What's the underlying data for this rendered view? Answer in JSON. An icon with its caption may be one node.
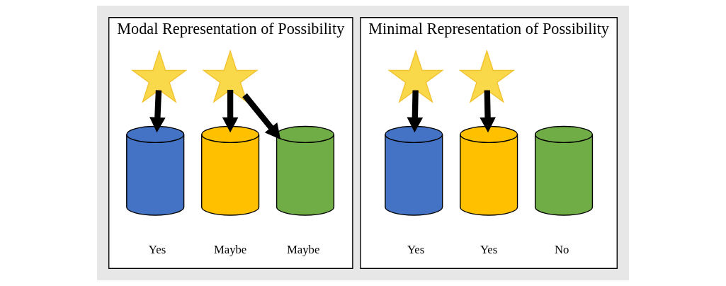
{
  "diagram": {
    "nodes": [
      {
        "text": [
          "Modal Representation of Possibility"
        ]
      },
      {
        "text": [],
        "shape": "star",
        "in": 0
      },
      {
        "text": [],
        "shape": "cylinder",
        "in": 0,
        "beside": [
          "Yes"
        ]
      },
      {
        "text": [],
        "shape": "star",
        "in": 0
      },
      {
        "text": [],
        "shape": "cylinder",
        "in": 0,
        "beside": [
          "Maybe"
        ]
      },
      {
        "text": [],
        "shape": "cylinder",
        "in": 0,
        "beside": [
          "Maybe"
        ]
      },
      {
        "text": [
          "Minimal Representation of Possibility"
        ]
      },
      {
        "text": [],
        "shape": "star",
        "in": 6
      },
      {
        "text": [],
        "shape": "cylinder",
        "in": 6,
        "beside": [
          "Yes"
        ]
      },
      {
        "text": [],
        "shape": "star",
        "in": 6
      },
      {
        "text": [],
        "shape": "cylinder",
        "in": 6,
        "beside": [
          "Yes"
        ]
      },
      {
        "text": [],
        "shape": "cylinder",
        "in": 6,
        "beside": [
          "No"
        ]
      }
    ],
    "edges": [
      {
        "from": 1,
        "to": 2,
        "arrow": "to"
      },
      {
        "from": 3,
        "to": 4,
        "arrow": "to"
      },
      {
        "from": 3,
        "to": 5,
        "arrow": "to"
      },
      {
        "from": 7,
        "to": 8,
        "arrow": "to"
      },
      {
        "from": 9,
        "to": 10,
        "arrow": "to"
      }
    ]
  }
}
